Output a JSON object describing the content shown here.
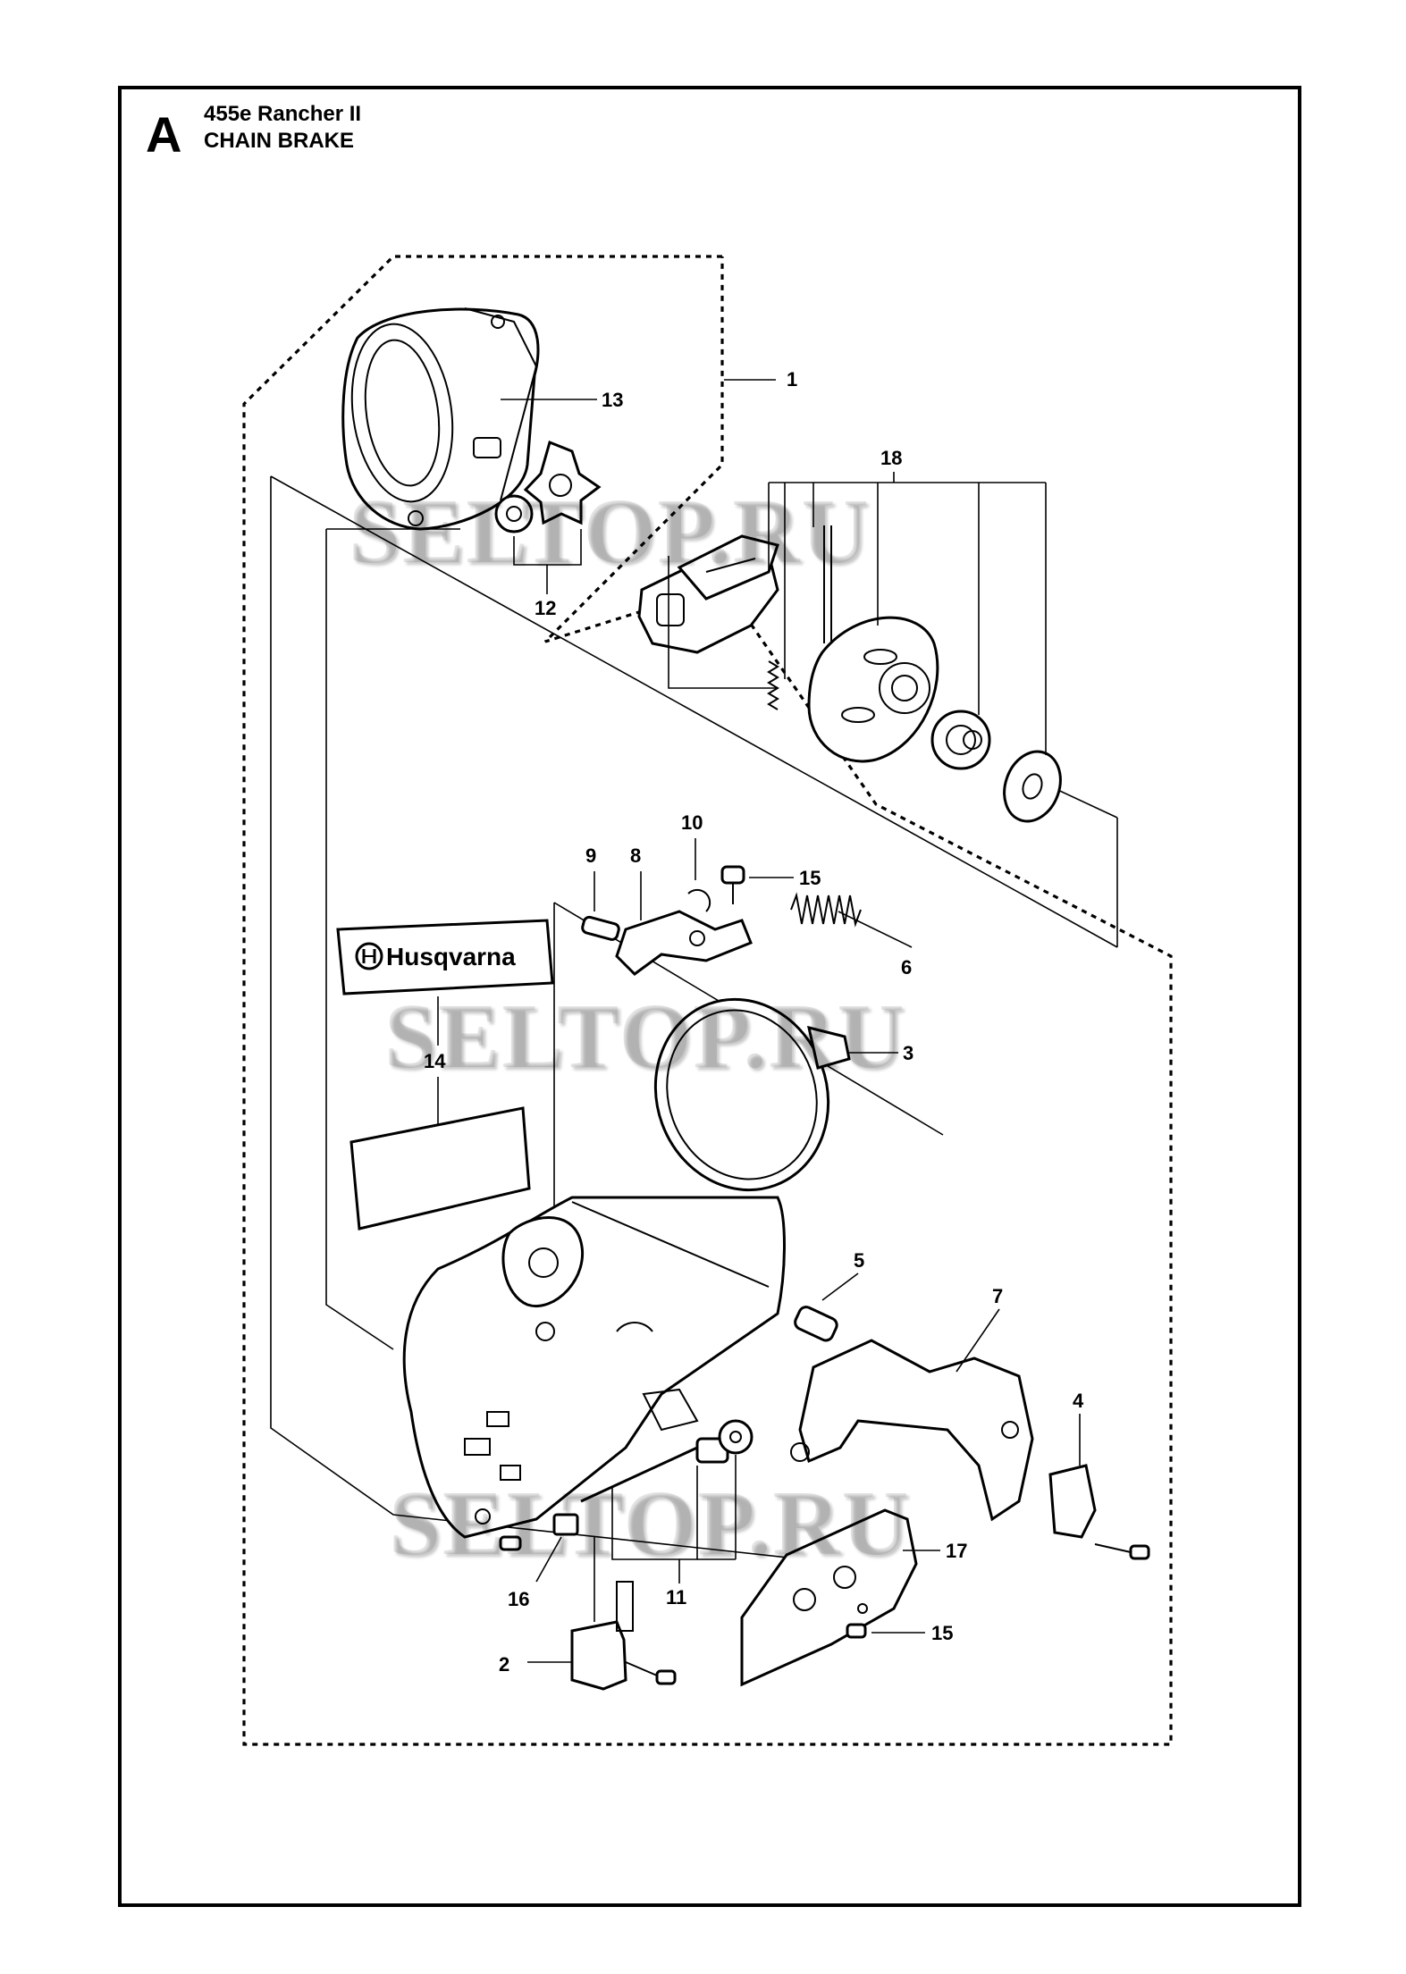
{
  "header": {
    "section_letter": "A",
    "model": "455e Rancher II",
    "title": "CHAIN BRAKE"
  },
  "brand_logo_text": "Husqvarna",
  "watermark_text": "SELTOP.RU",
  "callouts": {
    "c1": "1",
    "c2": "2",
    "c3": "3",
    "c4": "4",
    "c5": "5",
    "c6": "6",
    "c7": "7",
    "c8": "8",
    "c9": "9",
    "c10": "10",
    "c11": "11",
    "c12": "12",
    "c13": "13",
    "c14": "14",
    "c15a": "15",
    "c15b": "15",
    "c16": "16",
    "c17": "17",
    "c18": "18"
  },
  "colors": {
    "ink": "#000000",
    "paper": "#ffffff"
  }
}
